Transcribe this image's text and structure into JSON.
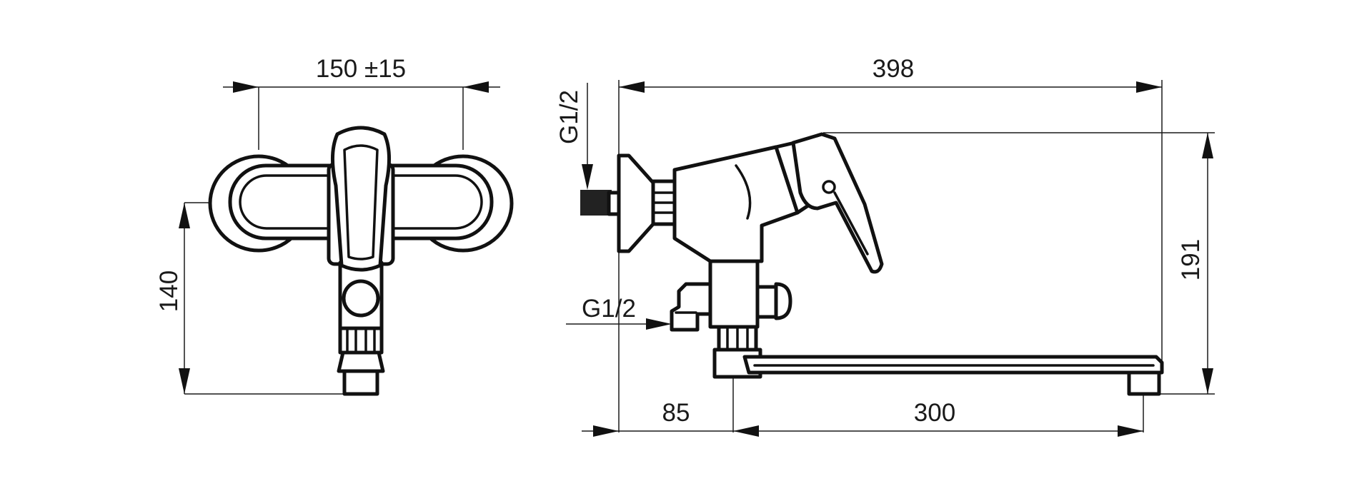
{
  "front_view": {
    "width_dimension": "150 ±15",
    "height_dimension": "140"
  },
  "side_view": {
    "top_inlet_thread": "G1/2",
    "bottom_inlet_thread": "G1/2",
    "total_length": "398",
    "total_height": "191",
    "wall_offset": "85",
    "spout_length": "300"
  },
  "colors": {
    "line": "#1a1a1a",
    "background": "#ffffff"
  }
}
